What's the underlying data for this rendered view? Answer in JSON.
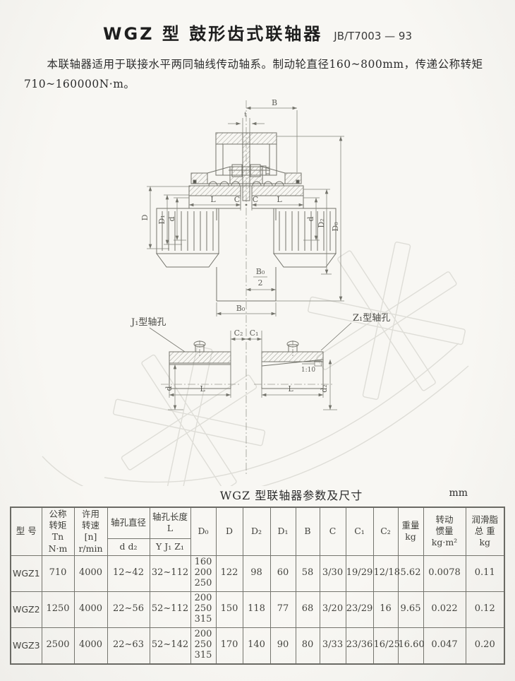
{
  "page": {
    "title": "WGZ 型 鼓形齿式联轴器",
    "standard": "JB/T7003 — 93",
    "intro": "本联轴器适用于联接水平两同轴线传动轴系。制动轮直径160~800mm，传递公称转矩710~160000N·m。"
  },
  "drawing": {
    "labels": {
      "B": "B",
      "t": "t",
      "D": "D",
      "D1": "D₁",
      "d": "d",
      "D2": "D₂",
      "D0": "D₀",
      "L": "L",
      "C": "C",
      "B0": "B₀",
      "two": "2",
      "j1_hole": "J₁型轴孔",
      "z1_hole": "Z₁型轴孔",
      "C2": "C₂",
      "C1": "C₁",
      "taper": "1:10",
      "d2": "d₂"
    }
  },
  "table": {
    "title": "WGZ 型联轴器参数及尺寸",
    "unit": "mm",
    "headers": {
      "model": "型  号",
      "torque": "公称\n转矩\nTn\nN·m",
      "speed": "许用\n转速\n[n]\nr/min",
      "bore_dia": "轴孔直径",
      "bore_dia_sub": "d d₂",
      "bore_len": "轴孔长度\nL",
      "bore_len_sub": "Y J₁ Z₁",
      "d0": "D₀",
      "d": "D",
      "d2": "D₂",
      "d1": "D₁",
      "b": "B",
      "c": "C",
      "c1": "C₁",
      "c2": "C₂",
      "weight": "重量\nkg",
      "inertia": "转动\n惯量\nkg·m²",
      "grease": "润滑脂\n总 重\nkg"
    },
    "rows": [
      {
        "cells": [
          "WGZ1",
          "710",
          "4000",
          "12~42",
          "32~112",
          "160\n200\n250",
          "122",
          "98",
          "60",
          "58",
          "3/30",
          "19/29",
          "12/18",
          "5.62",
          "0.0078",
          "0.11"
        ]
      },
      {
        "cells": [
          "WGZ2",
          "1250",
          "4000",
          "22~56",
          "52~112",
          "200\n250\n315",
          "150",
          "118",
          "77",
          "68",
          "3/20",
          "23/29",
          "16",
          "9.65",
          "0.022",
          "0.12"
        ]
      },
      {
        "cells": [
          "WGZ3",
          "2500",
          "4000",
          "22~63",
          "52~142",
          "200\n250\n315",
          "170",
          "140",
          "90",
          "80",
          "3/33",
          "23/36",
          "16/25",
          "16.60",
          "0.047",
          "0.20"
        ]
      }
    ]
  }
}
